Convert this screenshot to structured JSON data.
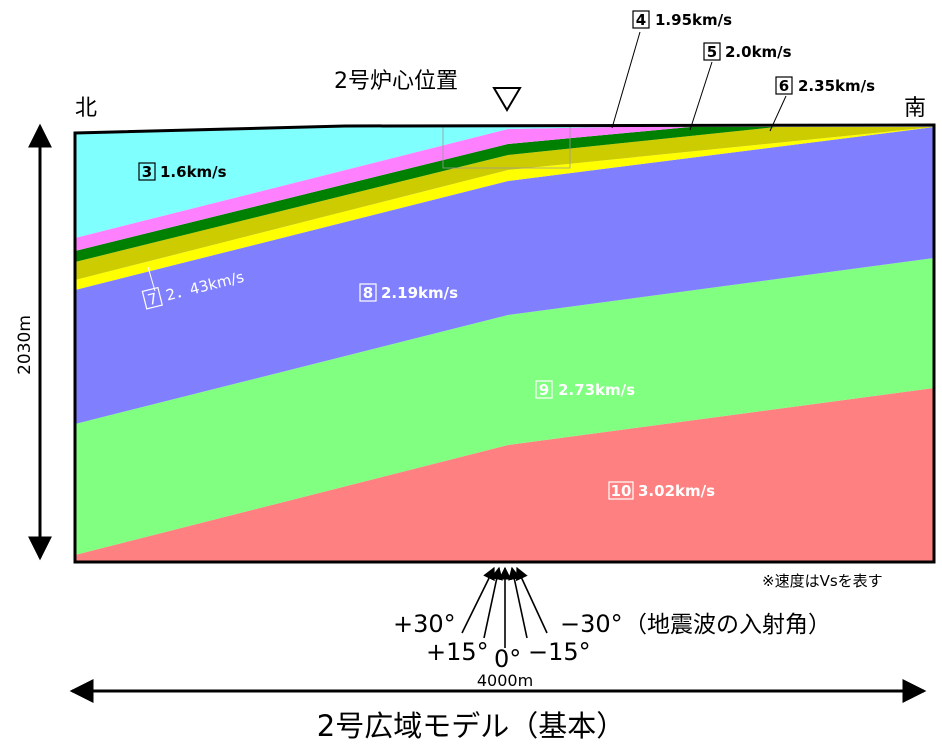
{
  "north_label": "北",
  "south_label": "南",
  "reactor_label": "2号炉心位置",
  "depth_label": "2030m",
  "width_label": "4000m",
  "vs_note": "※速度はVsを表す",
  "model_title": "2号広域モデル（基本）",
  "wave_caption": "（地震波の入射角）",
  "angles": [
    "+30°",
    "+15°",
    "0°",
    "−15°",
    "−30°"
  ],
  "layers": [
    {
      "id": "3",
      "velocity": "1.6km/s",
      "color": "#80FFFF"
    },
    {
      "id": "4",
      "velocity": "1.95km/s",
      "color": "#FF80FF"
    },
    {
      "id": "5",
      "velocity": "2.0km/s",
      "color": "#008000"
    },
    {
      "id": "6",
      "velocity": "2.35km/s",
      "color": "#CCCC00"
    },
    {
      "id": "7",
      "velocity": "2．43km/s",
      "color": "#FFFF00"
    },
    {
      "id": "8",
      "velocity": "2.19km/s",
      "color": "#8080FF"
    },
    {
      "id": "9",
      "velocity": "2.73km/s",
      "color": "#80FF80"
    },
    {
      "id": "10",
      "velocity": "3.02km/s",
      "color": "#FF8080"
    }
  ]
}
